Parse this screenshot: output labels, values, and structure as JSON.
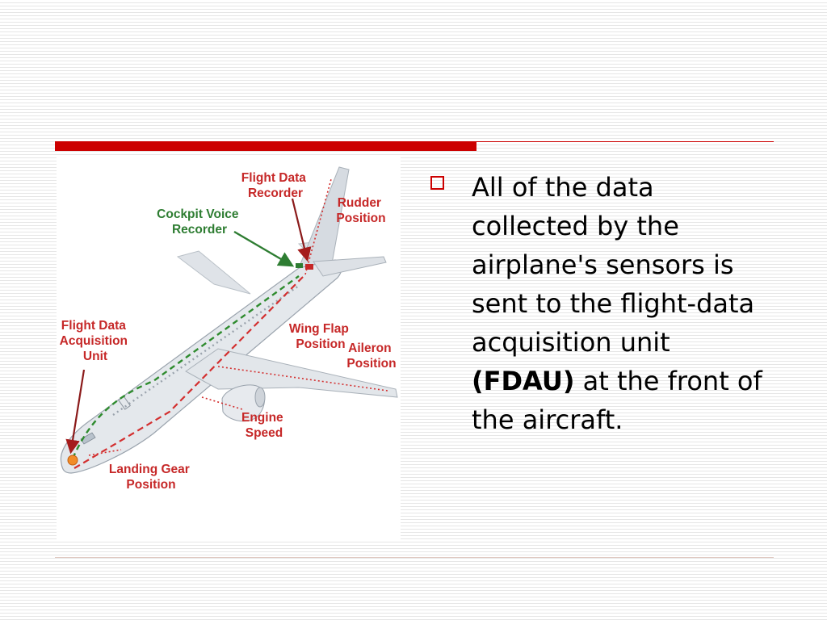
{
  "slide": {
    "bullet": {
      "icon": "hollow-square-bullet-icon",
      "text_before": "All of the data collected by the airplane's sensors is sent to the flight-data acquisition unit",
      "text_bold": "(FDAU)",
      "text_after": "at the front of the aircraft."
    }
  },
  "diagram": {
    "labels": {
      "flight_data_recorder": [
        "Flight Data",
        "Recorder"
      ],
      "cockpit_voice_recorder": [
        "Cockpit Voice",
        "Recorder"
      ],
      "rudder_position": [
        "Rudder",
        "Position"
      ],
      "flight_data_acquisition_unit": [
        "Flight Data",
        "Acquisition",
        "Unit"
      ],
      "wing_flap_position": [
        "Wing Flap",
        "Position"
      ],
      "aileron_position": [
        "Aileron",
        "Position"
      ],
      "engine_speed": [
        "Engine",
        "Speed"
      ],
      "landing_gear_position": [
        "Landing Gear",
        "Position"
      ]
    },
    "colors": {
      "label_red": "#c62828",
      "label_green": "#2e7d32",
      "data_path_red": "#d32f2f",
      "data_path_green": "#2e8b2e",
      "accent_rule": "#cc0000"
    }
  }
}
